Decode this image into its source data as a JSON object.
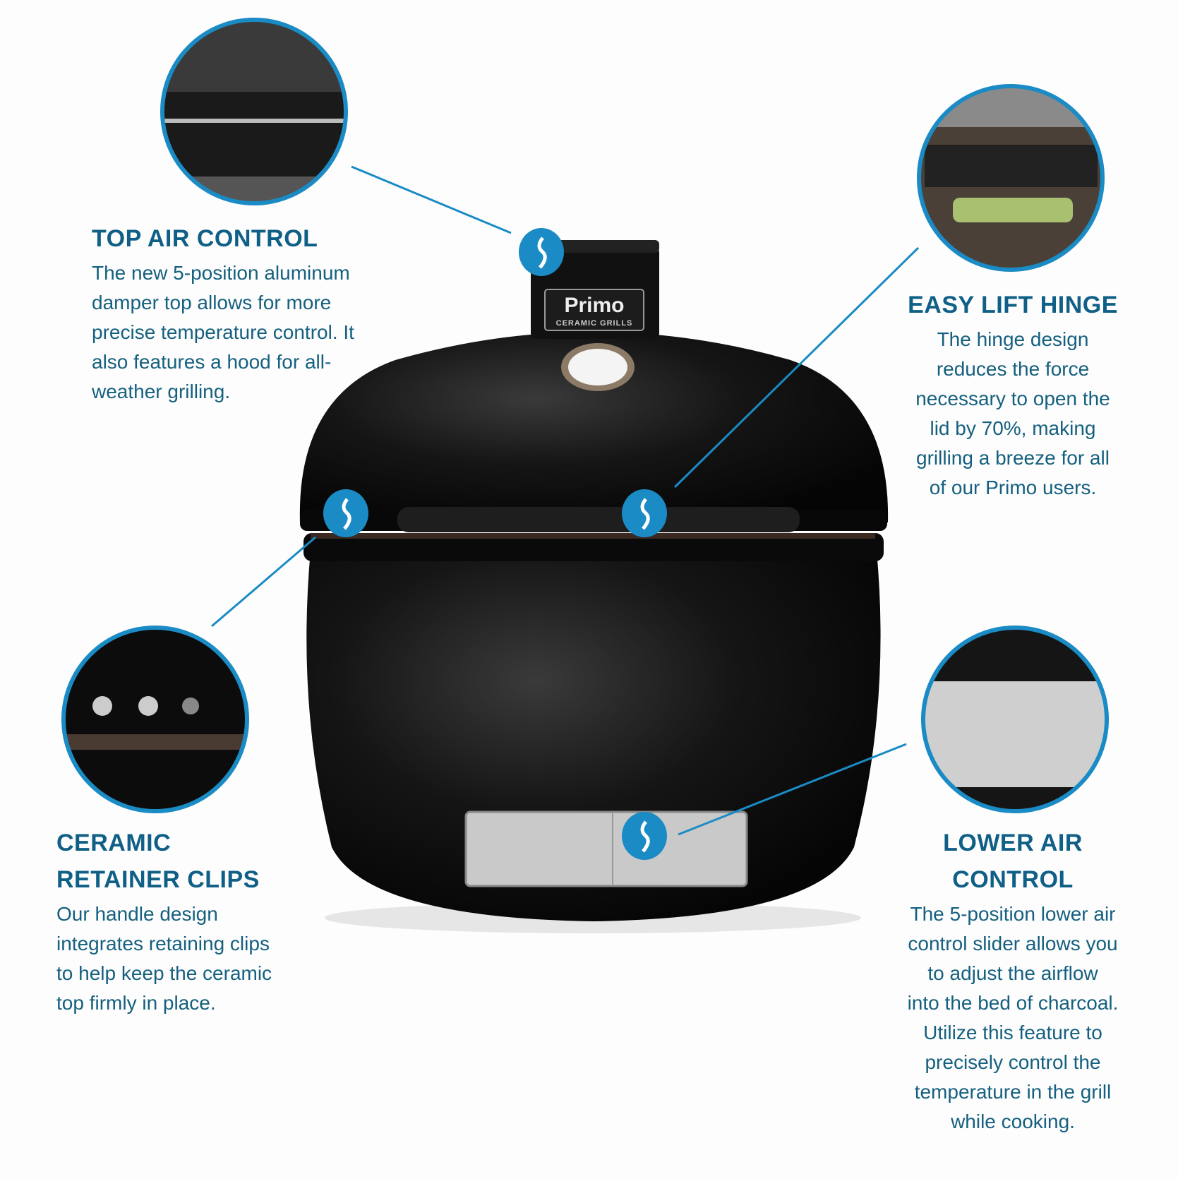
{
  "colors": {
    "accent": "#1a8bc4",
    "heading": "#0f5f86",
    "body": "#15607f"
  },
  "features": [
    {
      "id": "top-air-control",
      "title": "TOP AIR CONTROL",
      "lines": [
        "The new 5-position aluminum",
        "damper top allows for more",
        "precise temperature control. It",
        "also features a hood for all-",
        "weather grilling."
      ]
    },
    {
      "id": "easy-lift-hinge",
      "title": "EASY LIFT HINGE",
      "lines": [
        "The hinge design",
        "reduces the force",
        "necessary to open the",
        "lid by 70%, making",
        "grilling a breeze for all",
        "of our Primo users."
      ]
    },
    {
      "id": "ceramic-retainer-clips",
      "title_lines": [
        "CERAMIC",
        "RETAINER CLIPS"
      ],
      "lines": [
        "Our handle design",
        "integrates retaining clips",
        "to help keep the ceramic",
        "top firmly in place."
      ]
    },
    {
      "id": "lower-air-control",
      "title_lines": [
        "LOWER AIR",
        "CONTROL"
      ],
      "lines": [
        "The 5-position lower air",
        "control slider allows you",
        "to adjust the airflow",
        "into the bed of charcoal.",
        "Utilize this feature to",
        "precisely control the",
        "temperature in the grill",
        "while cooking."
      ]
    }
  ],
  "brand": {
    "logo": "Primo",
    "sub": "CERAMIC GRILLS"
  },
  "marker_icon": "flame-icon"
}
